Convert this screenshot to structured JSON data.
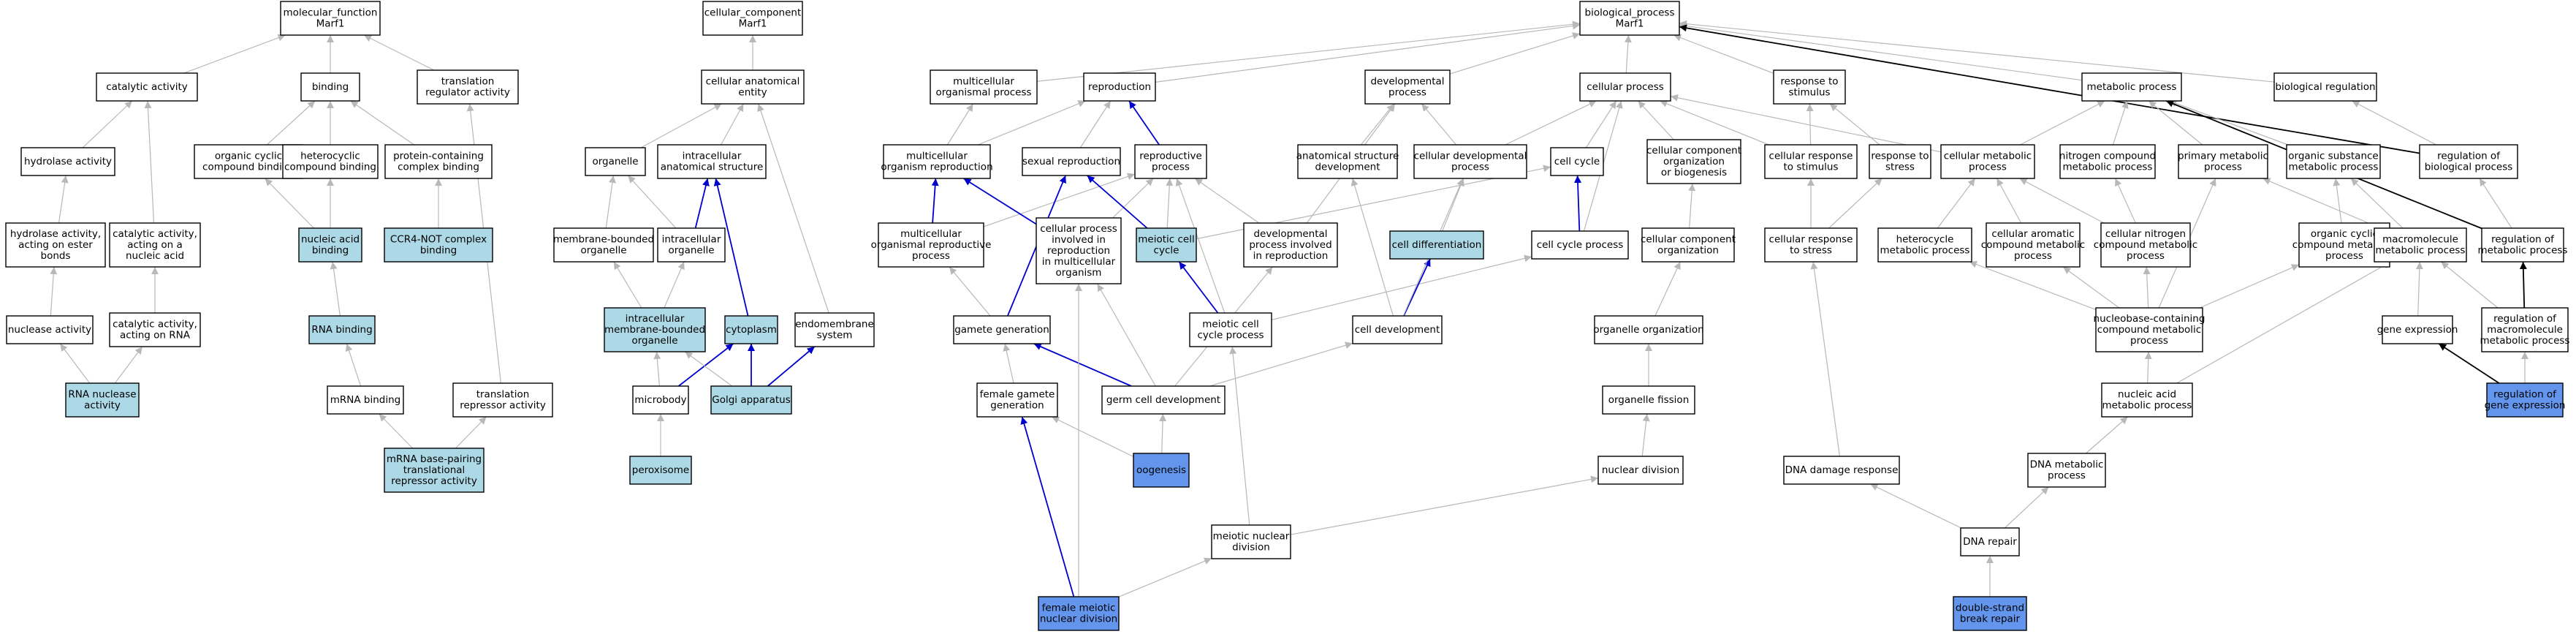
{
  "colors": {
    "default_fill": "#ffffff",
    "light_fill": "#add8e6",
    "strong_fill": "#6495ed",
    "edge_gray": "#b8b8b8",
    "edge_blue": "#0000cc",
    "edge_black": "#000000"
  },
  "nodes": {
    "mf": {
      "lines": [
        "molecular_function",
        "Marf1"
      ],
      "fill": "default"
    },
    "catalytic": {
      "lines": [
        "catalytic activity"
      ],
      "fill": "default"
    },
    "binding": {
      "lines": [
        "binding"
      ],
      "fill": "default"
    },
    "translreg": {
      "lines": [
        "translation",
        "regulator activity"
      ],
      "fill": "default"
    },
    "hydrolase": {
      "lines": [
        "hydrolase activity"
      ],
      "fill": "default"
    },
    "orgcycbind": {
      "lines": [
        "organic cyclic",
        "compound binding"
      ],
      "fill": "default"
    },
    "hetcycbind": {
      "lines": [
        "heterocyclic",
        "compound binding"
      ],
      "fill": "default"
    },
    "protcplx": {
      "lines": [
        "protein-containing",
        "complex binding"
      ],
      "fill": "default"
    },
    "hydroester": {
      "lines": [
        "hydrolase activity,",
        "acting on ester",
        "bonds"
      ],
      "fill": "default"
    },
    "catnucacid": {
      "lines": [
        "catalytic activity,",
        "acting on a",
        "nucleic acid"
      ],
      "fill": "default"
    },
    "nucacidbind": {
      "lines": [
        "nucleic acid",
        "binding"
      ],
      "fill": "light"
    },
    "ccr4": {
      "lines": [
        "CCR4-NOT complex",
        "binding"
      ],
      "fill": "light"
    },
    "nuclease": {
      "lines": [
        "nuclease activity"
      ],
      "fill": "default"
    },
    "catrna": {
      "lines": [
        "catalytic activity,",
        "acting on RNA"
      ],
      "fill": "default"
    },
    "rnabind": {
      "lines": [
        "RNA binding"
      ],
      "fill": "light"
    },
    "rnanuclease": {
      "lines": [
        "RNA nuclease",
        "activity"
      ],
      "fill": "light"
    },
    "mrnabind": {
      "lines": [
        "mRNA binding"
      ],
      "fill": "default"
    },
    "translrep": {
      "lines": [
        "translation",
        "repressor activity"
      ],
      "fill": "default"
    },
    "mrnapair": {
      "lines": [
        "mRNA base-pairing",
        "translational",
        "repressor activity"
      ],
      "fill": "light"
    },
    "cc": {
      "lines": [
        "cellular_component",
        "Marf1"
      ],
      "fill": "default"
    },
    "cae": {
      "lines": [
        "cellular anatomical",
        "entity"
      ],
      "fill": "default"
    },
    "organelle": {
      "lines": [
        "organelle"
      ],
      "fill": "default"
    },
    "intracstruct": {
      "lines": [
        "intracellular",
        "anatomical structure"
      ],
      "fill": "default"
    },
    "membrorg": {
      "lines": [
        "membrane-bounded",
        "organelle"
      ],
      "fill": "default"
    },
    "intracorg": {
      "lines": [
        "intracellular",
        "organelle"
      ],
      "fill": "default"
    },
    "intracmemb": {
      "lines": [
        "intracellular",
        "membrane-bounded",
        "organelle"
      ],
      "fill": "light"
    },
    "cytoplasm": {
      "lines": [
        "cytoplasm"
      ],
      "fill": "light"
    },
    "endomemb": {
      "lines": [
        "endomembrane",
        "system"
      ],
      "fill": "default"
    },
    "microbody": {
      "lines": [
        "microbody"
      ],
      "fill": "default"
    },
    "golgi": {
      "lines": [
        "Golgi apparatus"
      ],
      "fill": "light"
    },
    "peroxisome": {
      "lines": [
        "peroxisome"
      ],
      "fill": "light"
    },
    "bp": {
      "lines": [
        "biological_process",
        "Marf1"
      ],
      "fill": "default"
    },
    "multiorg": {
      "lines": [
        "multicellular",
        "organismal process"
      ],
      "fill": "default"
    },
    "reproduction": {
      "lines": [
        "reproduction"
      ],
      "fill": "default"
    },
    "devproc": {
      "lines": [
        "developmental",
        "process"
      ],
      "fill": "default"
    },
    "cellproc": {
      "lines": [
        "cellular process"
      ],
      "fill": "default"
    },
    "respstim": {
      "lines": [
        "response to",
        "stimulus"
      ],
      "fill": "default"
    },
    "metab": {
      "lines": [
        "metabolic process"
      ],
      "fill": "default"
    },
    "bioreg": {
      "lines": [
        "biological regulation"
      ],
      "fill": "default"
    },
    "multiorgrep": {
      "lines": [
        "multicellular",
        "organism reproduction"
      ],
      "fill": "default"
    },
    "sexrep": {
      "lines": [
        "sexual reproduction"
      ],
      "fill": "default"
    },
    "repproc": {
      "lines": [
        "reproductive",
        "process"
      ],
      "fill": "default"
    },
    "anatdev": {
      "lines": [
        "anatomical structure",
        "development"
      ],
      "fill": "default"
    },
    "celldevproc": {
      "lines": [
        "cellular developmental",
        "process"
      ],
      "fill": "default"
    },
    "cellcycle": {
      "lines": [
        "cell cycle"
      ],
      "fill": "default"
    },
    "ccorg": {
      "lines": [
        "cellular component",
        "organization",
        "or biogenesis"
      ],
      "fill": "default"
    },
    "cellrespstim": {
      "lines": [
        "cellular response",
        "to stimulus"
      ],
      "fill": "default"
    },
    "respstress": {
      "lines": [
        "response to",
        "stress"
      ],
      "fill": "default"
    },
    "cellmetab": {
      "lines": [
        "cellular metabolic",
        "process"
      ],
      "fill": "default"
    },
    "nitrometab": {
      "lines": [
        "nitrogen compound",
        "metabolic process"
      ],
      "fill": "default"
    },
    "primmetab": {
      "lines": [
        "primary metabolic",
        "process"
      ],
      "fill": "default"
    },
    "orgsubst": {
      "lines": [
        "organic substance",
        "metabolic process"
      ],
      "fill": "default"
    },
    "regbio": {
      "lines": [
        "regulation of",
        "biological process"
      ],
      "fill": "default"
    },
    "multirepproc": {
      "lines": [
        "multicellular",
        "organismal reproductive",
        "process"
      ],
      "fill": "default"
    },
    "cpinrep": {
      "lines": [
        "cellular process",
        "involved in",
        "reproduction",
        "in multicellular",
        "organism"
      ],
      "fill": "default"
    },
    "meioticcc": {
      "lines": [
        "meiotic cell",
        "cycle"
      ],
      "fill": "light"
    },
    "devinrep": {
      "lines": [
        "developmental",
        "process involved",
        "in reproduction"
      ],
      "fill": "default"
    },
    "celldiff": {
      "lines": [
        "cell differentiation"
      ],
      "fill": "light"
    },
    "ccproc": {
      "lines": [
        "cell cycle process"
      ],
      "fill": "default"
    },
    "ccorg2": {
      "lines": [
        "cellular component",
        "organization"
      ],
      "fill": "default"
    },
    "cellrespstress": {
      "lines": [
        "cellular response",
        "to stress"
      ],
      "fill": "default"
    },
    "hetmetab": {
      "lines": [
        "heterocycle",
        "metabolic process"
      ],
      "fill": "default"
    },
    "cellarom": {
      "lines": [
        "cellular aromatic",
        "compound metabolic",
        "process"
      ],
      "fill": "default"
    },
    "cellnitro": {
      "lines": [
        "cellular nitrogen",
        "compound metabolic",
        "process"
      ],
      "fill": "default"
    },
    "orgcycmetab": {
      "lines": [
        "organic cyclic",
        "compound metabolic",
        "process"
      ],
      "fill": "default"
    },
    "macromol": {
      "lines": [
        "macromolecule",
        "metabolic process"
      ],
      "fill": "default"
    },
    "regmetab": {
      "lines": [
        "regulation of",
        "metabolic process"
      ],
      "fill": "default"
    },
    "gamete": {
      "lines": [
        "gamete generation"
      ],
      "fill": "default"
    },
    "meioticccp": {
      "lines": [
        "meiotic cell",
        "cycle process"
      ],
      "fill": "default"
    },
    "celldev": {
      "lines": [
        "cell development"
      ],
      "fill": "default"
    },
    "orgorg": {
      "lines": [
        "organelle organization"
      ],
      "fill": "default"
    },
    "nucbase": {
      "lines": [
        "nucleobase-containing",
        "compound metabolic",
        "process"
      ],
      "fill": "default"
    },
    "geneexp": {
      "lines": [
        "gene expression"
      ],
      "fill": "default"
    },
    "regmacro": {
      "lines": [
        "regulation of",
        "macromolecule",
        "metabolic process"
      ],
      "fill": "default"
    },
    "femgamete": {
      "lines": [
        "female gamete",
        "generation"
      ],
      "fill": "default"
    },
    "germdev": {
      "lines": [
        "germ cell development"
      ],
      "fill": "default"
    },
    "orgfission": {
      "lines": [
        "organelle fission"
      ],
      "fill": "default"
    },
    "nucacidmetab": {
      "lines": [
        "nucleic acid",
        "metabolic process"
      ],
      "fill": "default"
    },
    "reggeneexp": {
      "lines": [
        "regulation of",
        "gene expression"
      ],
      "fill": "strong"
    },
    "oogenesis": {
      "lines": [
        "oogenesis"
      ],
      "fill": "strong"
    },
    "nucdiv": {
      "lines": [
        "nuclear division"
      ],
      "fill": "default"
    },
    "dnadamage": {
      "lines": [
        "DNA damage response"
      ],
      "fill": "default"
    },
    "dnametab": {
      "lines": [
        "DNA metabolic",
        "process"
      ],
      "fill": "default"
    },
    "meioticnuc": {
      "lines": [
        "meiotic nuclear",
        "division"
      ],
      "fill": "default"
    },
    "dnarepair": {
      "lines": [
        "DNA repair"
      ],
      "fill": "default"
    },
    "femmeiotic": {
      "lines": [
        "female meiotic",
        "nuclear division"
      ],
      "fill": "strong"
    },
    "dsbrepair": {
      "lines": [
        "double-strand",
        "break repair"
      ],
      "fill": "strong"
    }
  },
  "edges": [
    [
      "catalytic",
      "mf",
      "gray"
    ],
    [
      "binding",
      "mf",
      "gray"
    ],
    [
      "translreg",
      "mf",
      "gray"
    ],
    [
      "hydrolase",
      "catalytic",
      "gray"
    ],
    [
      "catnucacid",
      "catalytic",
      "gray"
    ],
    [
      "orgcycbind",
      "binding",
      "gray"
    ],
    [
      "hetcycbind",
      "binding",
      "gray"
    ],
    [
      "protcplx",
      "binding",
      "gray"
    ],
    [
      "hydroester",
      "hydrolase",
      "gray"
    ],
    [
      "nucacidbind",
      "orgcycbind",
      "gray"
    ],
    [
      "nucacidbind",
      "hetcycbind",
      "gray"
    ],
    [
      "ccr4",
      "protcplx",
      "gray"
    ],
    [
      "nuclease",
      "hydroester",
      "gray"
    ],
    [
      "catrna",
      "catnucacid",
      "gray"
    ],
    [
      "rnabind",
      "nucacidbind",
      "gray"
    ],
    [
      "rnanuclease",
      "nuclease",
      "gray"
    ],
    [
      "rnanuclease",
      "catrna",
      "gray"
    ],
    [
      "mrnabind",
      "rnabind",
      "gray"
    ],
    [
      "translrep",
      "translreg",
      "gray"
    ],
    [
      "mrnapair",
      "mrnabind",
      "gray"
    ],
    [
      "mrnapair",
      "translrep",
      "gray"
    ],
    [
      "cae",
      "cc",
      "gray"
    ],
    [
      "organelle",
      "cae",
      "gray"
    ],
    [
      "intracstruct",
      "cae",
      "gray"
    ],
    [
      "membrorg",
      "organelle",
      "gray"
    ],
    [
      "intracorg",
      "organelle",
      "gray"
    ],
    [
      "intracorg",
      "intracstruct",
      "blue"
    ],
    [
      "intracmemb",
      "membrorg",
      "gray"
    ],
    [
      "intracmemb",
      "intracorg",
      "gray"
    ],
    [
      "cytoplasm",
      "intracstruct",
      "blue"
    ],
    [
      "endomemb",
      "cae",
      "gray"
    ],
    [
      "microbody",
      "intracmemb",
      "gray"
    ],
    [
      "microbody",
      "cytoplasm",
      "blue"
    ],
    [
      "golgi",
      "intracmemb",
      "gray"
    ],
    [
      "golgi",
      "cytoplasm",
      "blue"
    ],
    [
      "golgi",
      "endomemb",
      "blue"
    ],
    [
      "peroxisome",
      "microbody",
      "gray"
    ],
    [
      "multiorg",
      "bp",
      "gray"
    ],
    [
      "reproduction",
      "bp",
      "gray"
    ],
    [
      "devproc",
      "bp",
      "gray"
    ],
    [
      "cellproc",
      "bp",
      "gray"
    ],
    [
      "respstim",
      "bp",
      "gray"
    ],
    [
      "metab",
      "bp",
      "gray"
    ],
    [
      "bioreg",
      "bp",
      "gray"
    ],
    [
      "regbio",
      "bp",
      "black"
    ],
    [
      "multiorgrep",
      "multiorg",
      "gray"
    ],
    [
      "multiorgrep",
      "reproduction",
      "gray"
    ],
    [
      "sexrep",
      "reproduction",
      "gray"
    ],
    [
      "repproc",
      "reproduction",
      "blue"
    ],
    [
      "anatdev",
      "devproc",
      "gray"
    ],
    [
      "celldevproc",
      "devproc",
      "gray"
    ],
    [
      "celldevproc",
      "cellproc",
      "gray"
    ],
    [
      "cellcycle",
      "cellproc",
      "gray"
    ],
    [
      "ccorg",
      "cellproc",
      "gray"
    ],
    [
      "cellrespstim",
      "cellproc",
      "gray"
    ],
    [
      "cellrespstim",
      "respstim",
      "gray"
    ],
    [
      "respstress",
      "respstim",
      "gray"
    ],
    [
      "cellmetab",
      "cellproc",
      "gray"
    ],
    [
      "cellmetab",
      "metab",
      "gray"
    ],
    [
      "nitrometab",
      "metab",
      "gray"
    ],
    [
      "primmetab",
      "metab",
      "gray"
    ],
    [
      "orgsubst",
      "metab",
      "gray"
    ],
    [
      "regbio",
      "bioreg",
      "gray"
    ],
    [
      "multirepproc",
      "multiorgrep",
      "blue"
    ],
    [
      "multirepproc",
      "repproc",
      "gray"
    ],
    [
      "cpinrep",
      "multiorgrep",
      "blue"
    ],
    [
      "cpinrep",
      "repproc",
      "gray"
    ],
    [
      "meioticcc",
      "repproc",
      "gray"
    ],
    [
      "meioticcc",
      "sexrep",
      "blue"
    ],
    [
      "meioticcc",
      "cellcycle",
      "gray"
    ],
    [
      "devinrep",
      "devproc",
      "gray"
    ],
    [
      "devinrep",
      "repproc",
      "gray"
    ],
    [
      "celldiff",
      "celldevproc",
      "gray"
    ],
    [
      "ccproc",
      "cellcycle",
      "blue"
    ],
    [
      "ccproc",
      "cellproc",
      "gray"
    ],
    [
      "ccorg2",
      "ccorg",
      "gray"
    ],
    [
      "cellrespstress",
      "cellrespstim",
      "gray"
    ],
    [
      "cellrespstress",
      "respstress",
      "gray"
    ],
    [
      "hetmetab",
      "cellmetab",
      "gray"
    ],
    [
      "cellarom",
      "cellmetab",
      "gray"
    ],
    [
      "cellnitro",
      "cellmetab",
      "gray"
    ],
    [
      "cellnitro",
      "nitrometab",
      "gray"
    ],
    [
      "orgcycmetab",
      "orgsubst",
      "gray"
    ],
    [
      "macromol",
      "primmetab",
      "gray"
    ],
    [
      "macromol",
      "orgsubst",
      "gray"
    ],
    [
      "regmetab",
      "regbio",
      "gray"
    ],
    [
      "regmetab",
      "metab",
      "black"
    ],
    [
      "gamete",
      "sexrep",
      "blue"
    ],
    [
      "gamete",
      "multirepproc",
      "gray"
    ],
    [
      "meioticccp",
      "meioticcc",
      "blue"
    ],
    [
      "meioticccp",
      "ccproc",
      "gray"
    ],
    [
      "meioticccp",
      "repproc",
      "gray"
    ],
    [
      "celldev",
      "celldiff",
      "blue"
    ],
    [
      "celldev",
      "anatdev",
      "gray"
    ],
    [
      "celldev",
      "celldevproc",
      "gray"
    ],
    [
      "orgorg",
      "ccorg2",
      "gray"
    ],
    [
      "nucbase",
      "hetmetab",
      "gray"
    ],
    [
      "nucbase",
      "cellarom",
      "gray"
    ],
    [
      "nucbase",
      "cellnitro",
      "gray"
    ],
    [
      "nucbase",
      "orgcycmetab",
      "gray"
    ],
    [
      "nucbase",
      "primmetab",
      "gray"
    ],
    [
      "geneexp",
      "macromol",
      "gray"
    ],
    [
      "regmacro",
      "macromol",
      "gray"
    ],
    [
      "regmacro",
      "regmetab",
      "black"
    ],
    [
      "femgamete",
      "gamete",
      "gray"
    ],
    [
      "germdev",
      "gamete",
      "blue"
    ],
    [
      "germdev",
      "cpinrep",
      "gray"
    ],
    [
      "germdev",
      "celldev",
      "gray"
    ],
    [
      "germdev",
      "devinrep",
      "gray"
    ],
    [
      "orgfission",
      "orgorg",
      "gray"
    ],
    [
      "nucacidmetab",
      "nucbase",
      "gray"
    ],
    [
      "nucacidmetab",
      "macromol",
      "gray"
    ],
    [
      "reggeneexp",
      "geneexp",
      "black"
    ],
    [
      "reggeneexp",
      "regmacro",
      "gray"
    ],
    [
      "oogenesis",
      "femgamete",
      "gray"
    ],
    [
      "oogenesis",
      "germdev",
      "gray"
    ],
    [
      "nucdiv",
      "orgfission",
      "gray"
    ],
    [
      "dnadamage",
      "cellrespstress",
      "gray"
    ],
    [
      "dnametab",
      "nucacidmetab",
      "gray"
    ],
    [
      "meioticnuc",
      "nucdiv",
      "gray"
    ],
    [
      "meioticnuc",
      "meioticccp",
      "gray"
    ],
    [
      "dnarepair",
      "dnadamage",
      "gray"
    ],
    [
      "dnarepair",
      "dnametab",
      "gray"
    ],
    [
      "femmeiotic",
      "femgamete",
      "blue"
    ],
    [
      "femmeiotic",
      "meioticnuc",
      "gray"
    ],
    [
      "femmeiotic",
      "cpinrep",
      "gray"
    ],
    [
      "dsbrepair",
      "dnarepair",
      "gray"
    ]
  ]
}
